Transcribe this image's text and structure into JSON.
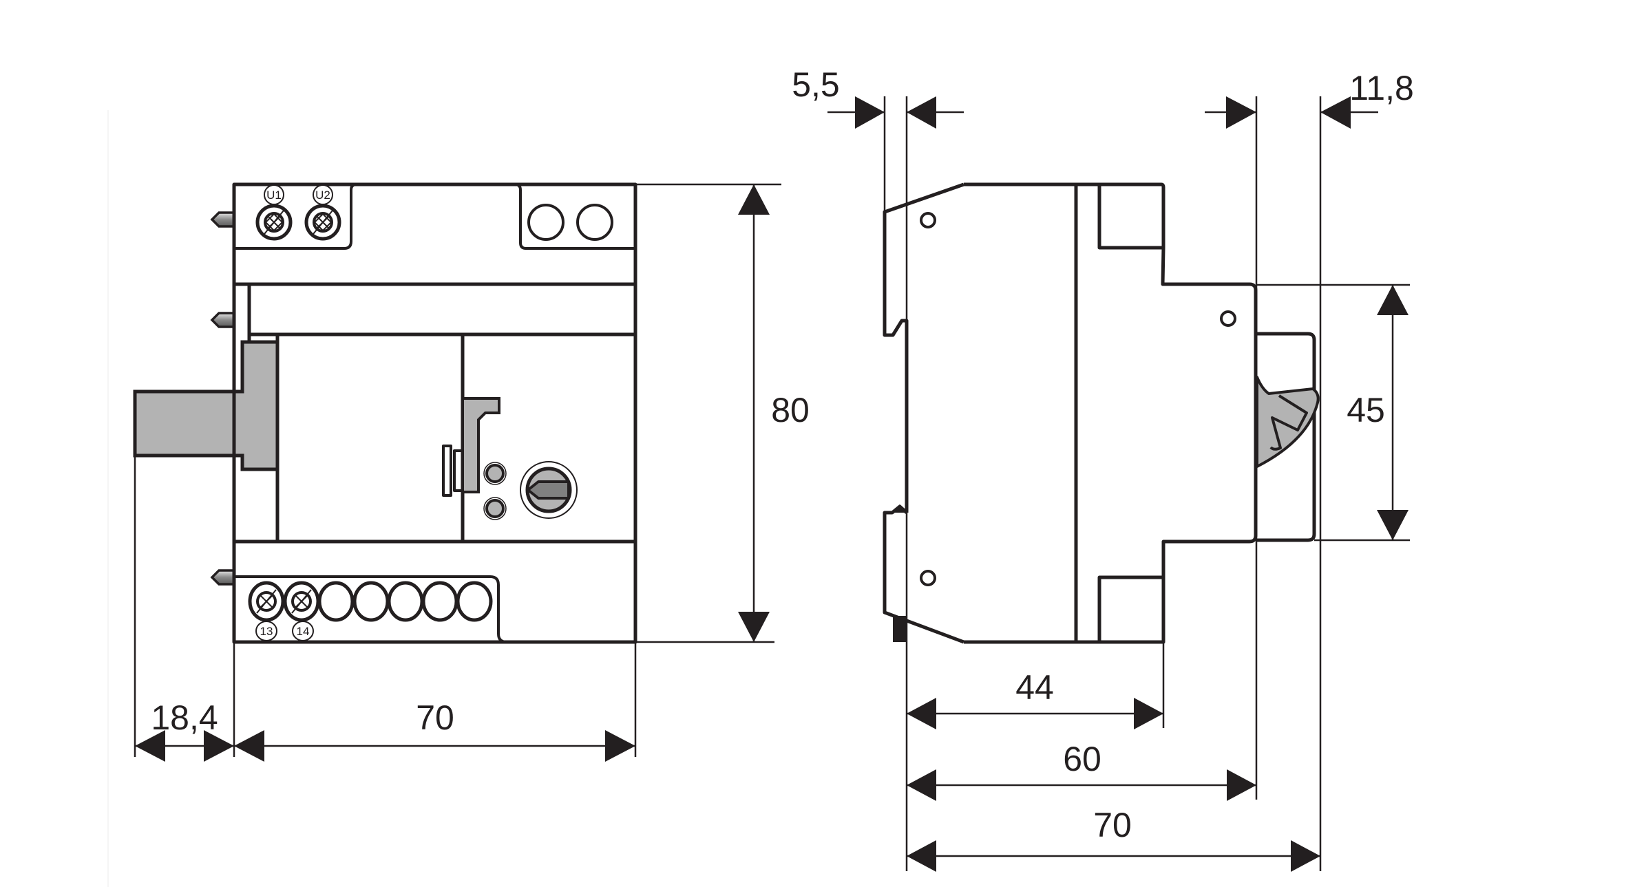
{
  "drawing": {
    "title": "Dimension drawing – DIN-rail modular device (front and side view)",
    "units": "mm",
    "front_view": {
      "terminal_labels_top": [
        "U1",
        "U2"
      ],
      "terminal_labels_bottom": [
        "13",
        "14"
      ],
      "top_right_terminal_count": 2,
      "bottom_terminal_count": 7,
      "led_count": 2,
      "dimensions": {
        "side_module_width": "18,4",
        "width": "70",
        "height": "80"
      }
    },
    "side_view": {
      "dimensions": {
        "rail_offset": "5,5",
        "handle_protrusion": "11,8",
        "depth_to_step": "44",
        "depth_to_front": "60",
        "total_depth": "70",
        "front_face_height": "45"
      }
    }
  }
}
